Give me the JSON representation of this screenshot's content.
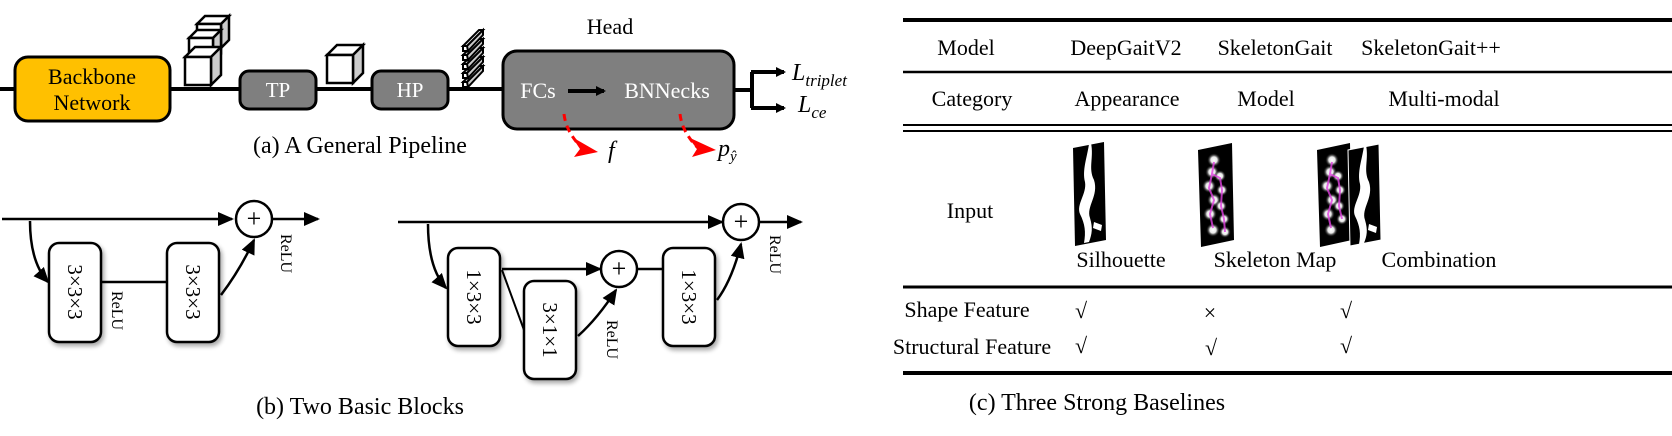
{
  "panel_a": {
    "caption": "(a) A General Pipeline",
    "backbone": {
      "line1": "Backbone",
      "line2": "Network",
      "color": "#FFC000"
    },
    "tp_label": "TP",
    "hp_label": "HP",
    "head": {
      "title": "Head",
      "fcs_label": "FCs",
      "bnnecks_label": "BNNecks",
      "color": "#7F7F7F"
    },
    "losses": {
      "triplet_base": "L",
      "triplet_sub": "triplet",
      "ce_base": "L",
      "ce_sub": "ce"
    },
    "outputs": {
      "feature": "f",
      "prob_base": "p",
      "prob_sub": "ŷ",
      "arrow_color": "#FF0000"
    }
  },
  "panel_b": {
    "caption": "(b) Two Basic Blocks",
    "block1": {
      "conv1": "3×3×3",
      "conv2": "3×3×3",
      "relu_mid": "ReLU",
      "relu_out": "ReLU",
      "plus": "+"
    },
    "block2": {
      "conv1": "1×3×3",
      "conv2": "3×1×1",
      "conv3": "1×3×3",
      "relu_mid": "ReLU",
      "relu_out": "ReLU",
      "plus": "+"
    }
  },
  "panel_c": {
    "caption": "(c) Three Strong Baselines",
    "header_row": [
      "Model",
      "DeepGaitV2",
      "SkeletonGait",
      "SkeletonGait++"
    ],
    "category_row": [
      "Category",
      "Appearance",
      "Model",
      "Multi-modal"
    ],
    "input_row": {
      "label": "Input",
      "captions": [
        "Silhouette",
        "Skeleton Map",
        "Combination"
      ]
    },
    "feature_rows": [
      {
        "label": "Shape Feature",
        "values": [
          "√",
          "×",
          "√"
        ]
      },
      {
        "label": "Structural Feature",
        "values": [
          "√",
          "√",
          "√"
        ]
      }
    ]
  }
}
